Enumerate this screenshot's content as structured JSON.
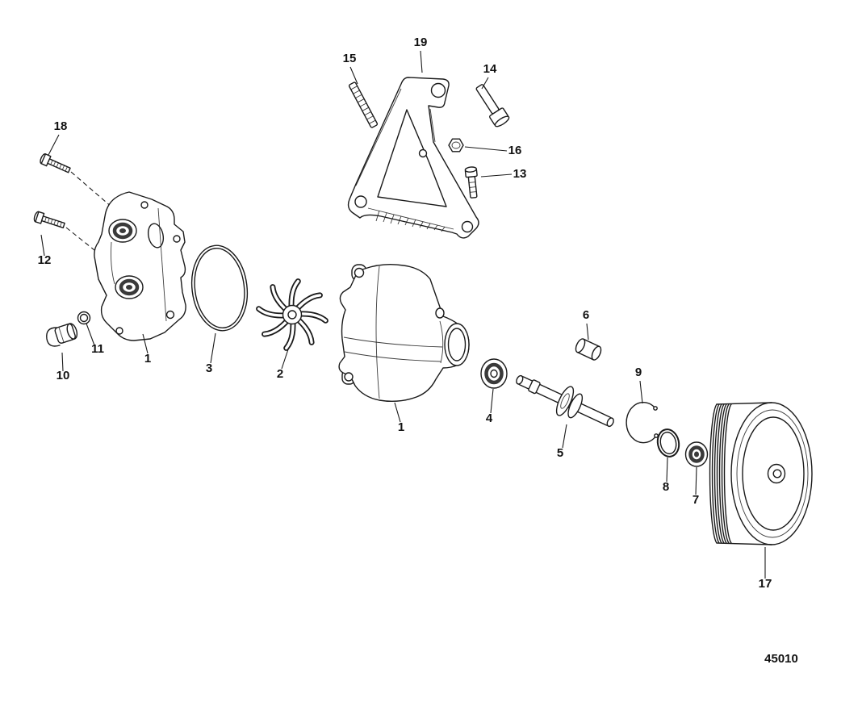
{
  "diagram": {
    "type": "exploded-parts-diagram",
    "drawing_number": "45010",
    "line_color": "#1a1a1a",
    "callouts": [
      {
        "label": "19",
        "part": "mounting-bracket"
      },
      {
        "label": "15",
        "part": "stud"
      },
      {
        "label": "14",
        "part": "hex-bolt"
      },
      {
        "label": "16",
        "part": "nut"
      },
      {
        "label": "13",
        "part": "bolt"
      },
      {
        "label": "18",
        "part": "screw"
      },
      {
        "label": "12",
        "part": "screw"
      },
      {
        "label": "1",
        "part": "pump-housing-cover"
      },
      {
        "label": "10",
        "part": "drain-plug"
      },
      {
        "label": "11",
        "part": "o-ring-small"
      },
      {
        "label": "3",
        "part": "o-ring"
      },
      {
        "label": "2",
        "part": "impeller"
      },
      {
        "label": "1",
        "part": "pump-body"
      },
      {
        "label": "4",
        "part": "seal"
      },
      {
        "label": "5",
        "part": "shaft-and-bearing"
      },
      {
        "label": "6",
        "part": "spacer-bushing"
      },
      {
        "label": "9",
        "part": "retaining-ring"
      },
      {
        "label": "8",
        "part": "washer-ring"
      },
      {
        "label": "7",
        "part": "bearing-seal"
      },
      {
        "label": "17",
        "part": "pulley"
      }
    ]
  }
}
